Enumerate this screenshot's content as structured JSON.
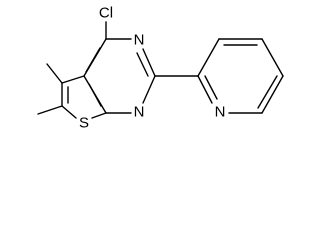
{
  "molecule": {
    "atoms": {
      "cl": "Cl",
      "n_top": "N",
      "n_bottom": "N",
      "s": "S",
      "n_pyridine": "N"
    }
  }
}
